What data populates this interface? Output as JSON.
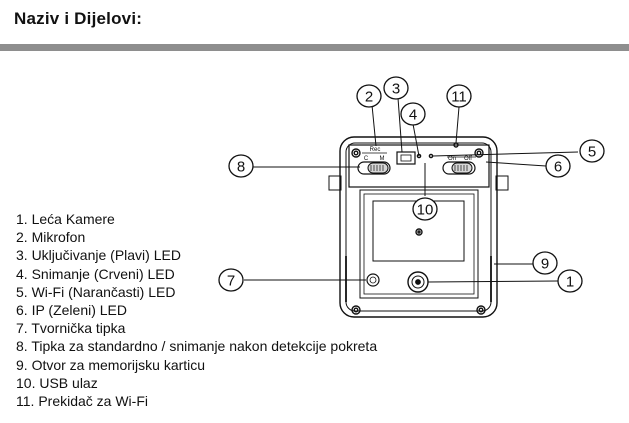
{
  "header": {
    "title": "Naziv i Dijelovi:"
  },
  "device": {
    "rec_label": "Rec",
    "switch_c": "C",
    "switch_m": "M",
    "switch_on": "On",
    "switch_off": "Off"
  },
  "callouts": [
    "1",
    "2",
    "3",
    "4",
    "5",
    "6",
    "7",
    "8",
    "9",
    "10",
    "11"
  ],
  "parts": [
    "1. Leća Kamere",
    "2. Mikrofon",
    "3. Uključivanje (Plavi) LED",
    "4. Snimanje (Crveni) LED",
    "5. Wi-Fi (Narančasti) LED",
    "6. IP (Zeleni) LED",
    "7. Tvornička tipka",
    "8. Tipka za standardno / snimanje nakon detekcije pokreta",
    "9. Otvor za memorijsku karticu",
    "10. USB ulaz",
    "11. Prekidač za Wi-Fi"
  ]
}
